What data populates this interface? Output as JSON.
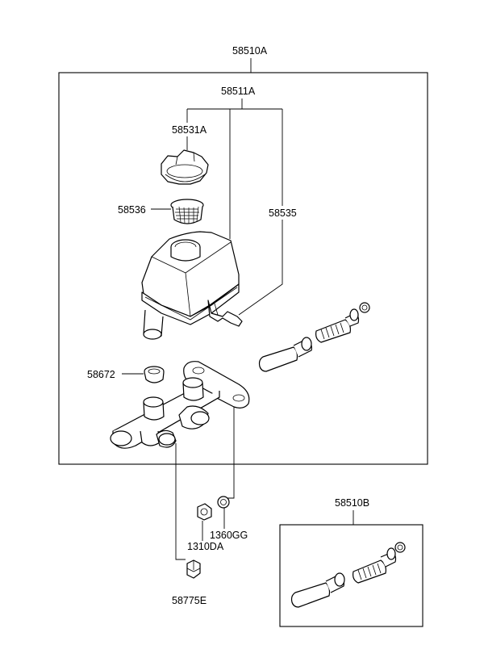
{
  "labels": {
    "assembly": "58510A",
    "reservoir_assembly": "58511A",
    "cap": "58531A",
    "strainer": "58536",
    "reservoir": "58535",
    "grommet": "58672",
    "nut": "1310DA",
    "washer": "1360GG",
    "plug": "58775E",
    "repair_kit": "58510B"
  }
}
